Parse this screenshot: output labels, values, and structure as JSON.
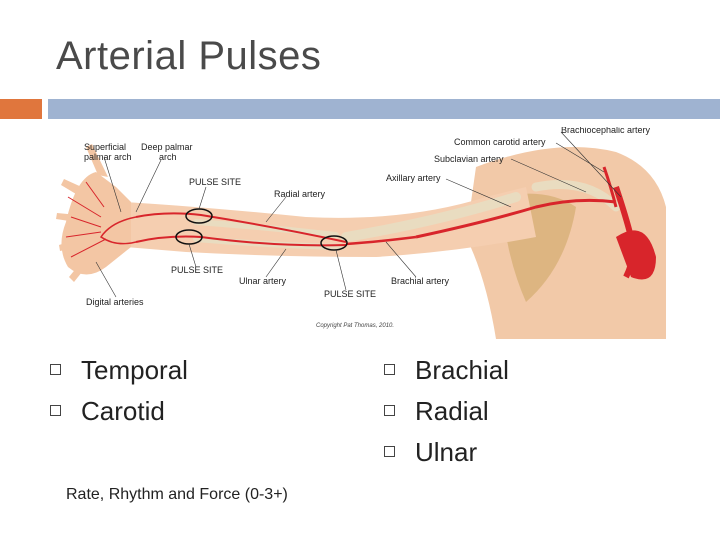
{
  "slide": {
    "title": "Arterial Pulses",
    "accent_colors": {
      "orange": "#e0763d",
      "blue": "#9fb3d1"
    }
  },
  "figure": {
    "labels": {
      "superficial_palmar_arch": "Superficial\npalmar arch",
      "deep_palmar_arch": "Deep palmar\narch",
      "pulse_site_top": "PULSE SITE",
      "radial_artery": "Radial artery",
      "common_carotid_artery": "Common carotid artery",
      "brachiocephalic_artery": "Brachiocephalic artery",
      "subclavian_artery": "Subclavian artery",
      "axillary_artery": "Axillary artery",
      "pulse_site_bottom_left": "PULSE SITE",
      "ulnar_artery": "Ulnar artery",
      "brachial_artery": "Brachial artery",
      "pulse_site_bottom_right": "PULSE SITE",
      "digital_arteries": "Digital arteries",
      "copyright": "Copyright Pat Thomas, 2010."
    }
  },
  "left_bullets": [
    "Temporal",
    "Carotid"
  ],
  "right_bullets": [
    "Brachial",
    "Radial",
    "Ulnar"
  ],
  "footnote": "Rate, Rhythm and Force (0-3+)"
}
